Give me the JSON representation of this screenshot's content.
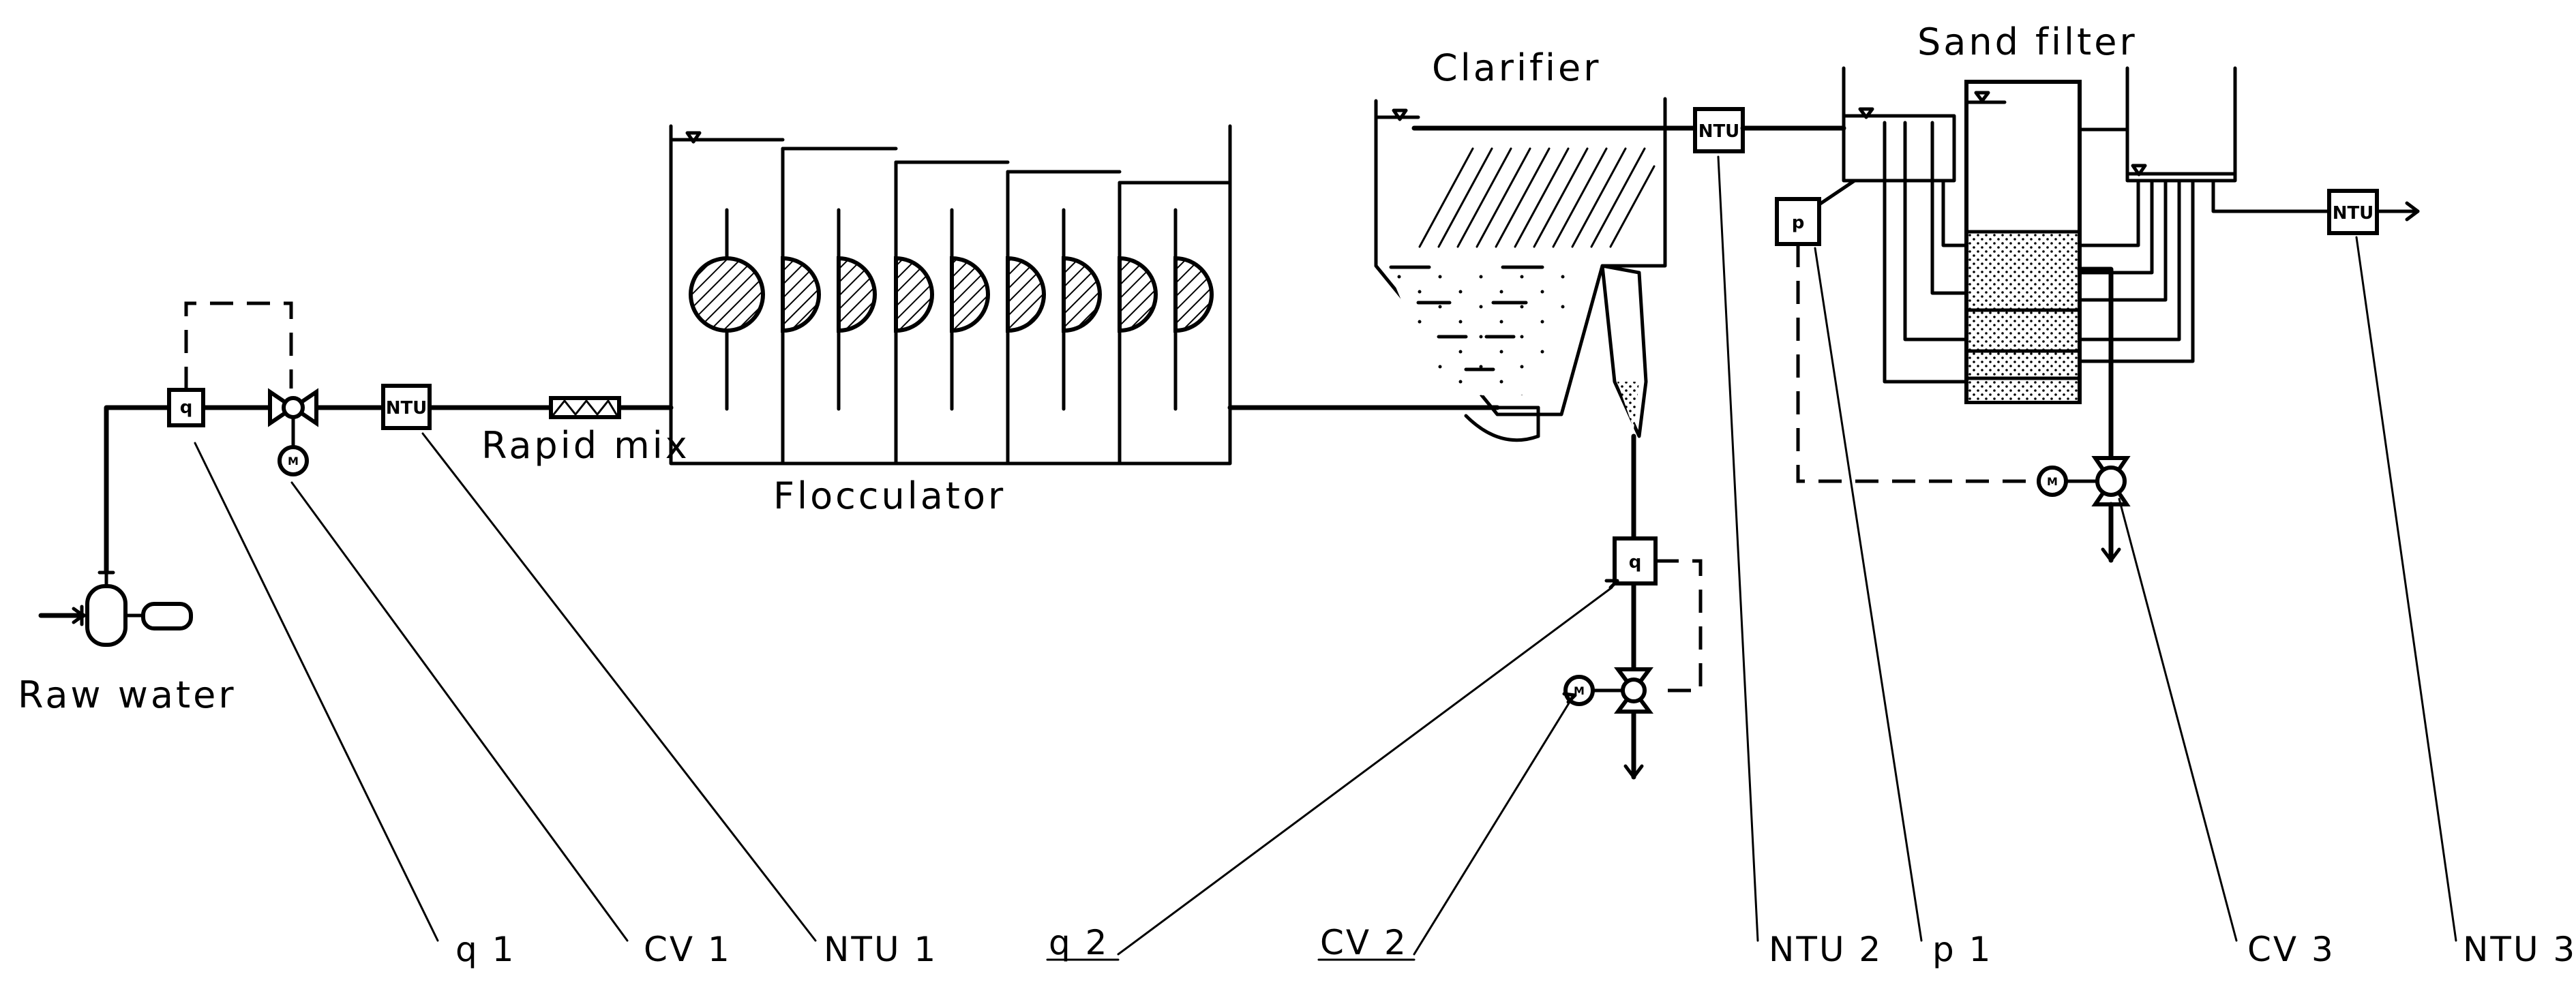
{
  "units": {
    "raw_water": "Raw water",
    "rapid_mix": "Rapid mix",
    "flocculator": "Flocculator",
    "clarifier": "Clarifier",
    "sand_filter": "Sand filter"
  },
  "instruments": {
    "q_box": "q",
    "ntu_box": "NTU",
    "p_box": "p",
    "motor": "M"
  },
  "callouts": {
    "q1": "q 1",
    "cv1": "CV 1",
    "ntu1": "NTU 1",
    "q2": "q 2",
    "cv2": "CV 2",
    "ntu2": "NTU 2",
    "p1": "p 1",
    "cv3": "CV 3",
    "ntu3": "NTU 3"
  }
}
